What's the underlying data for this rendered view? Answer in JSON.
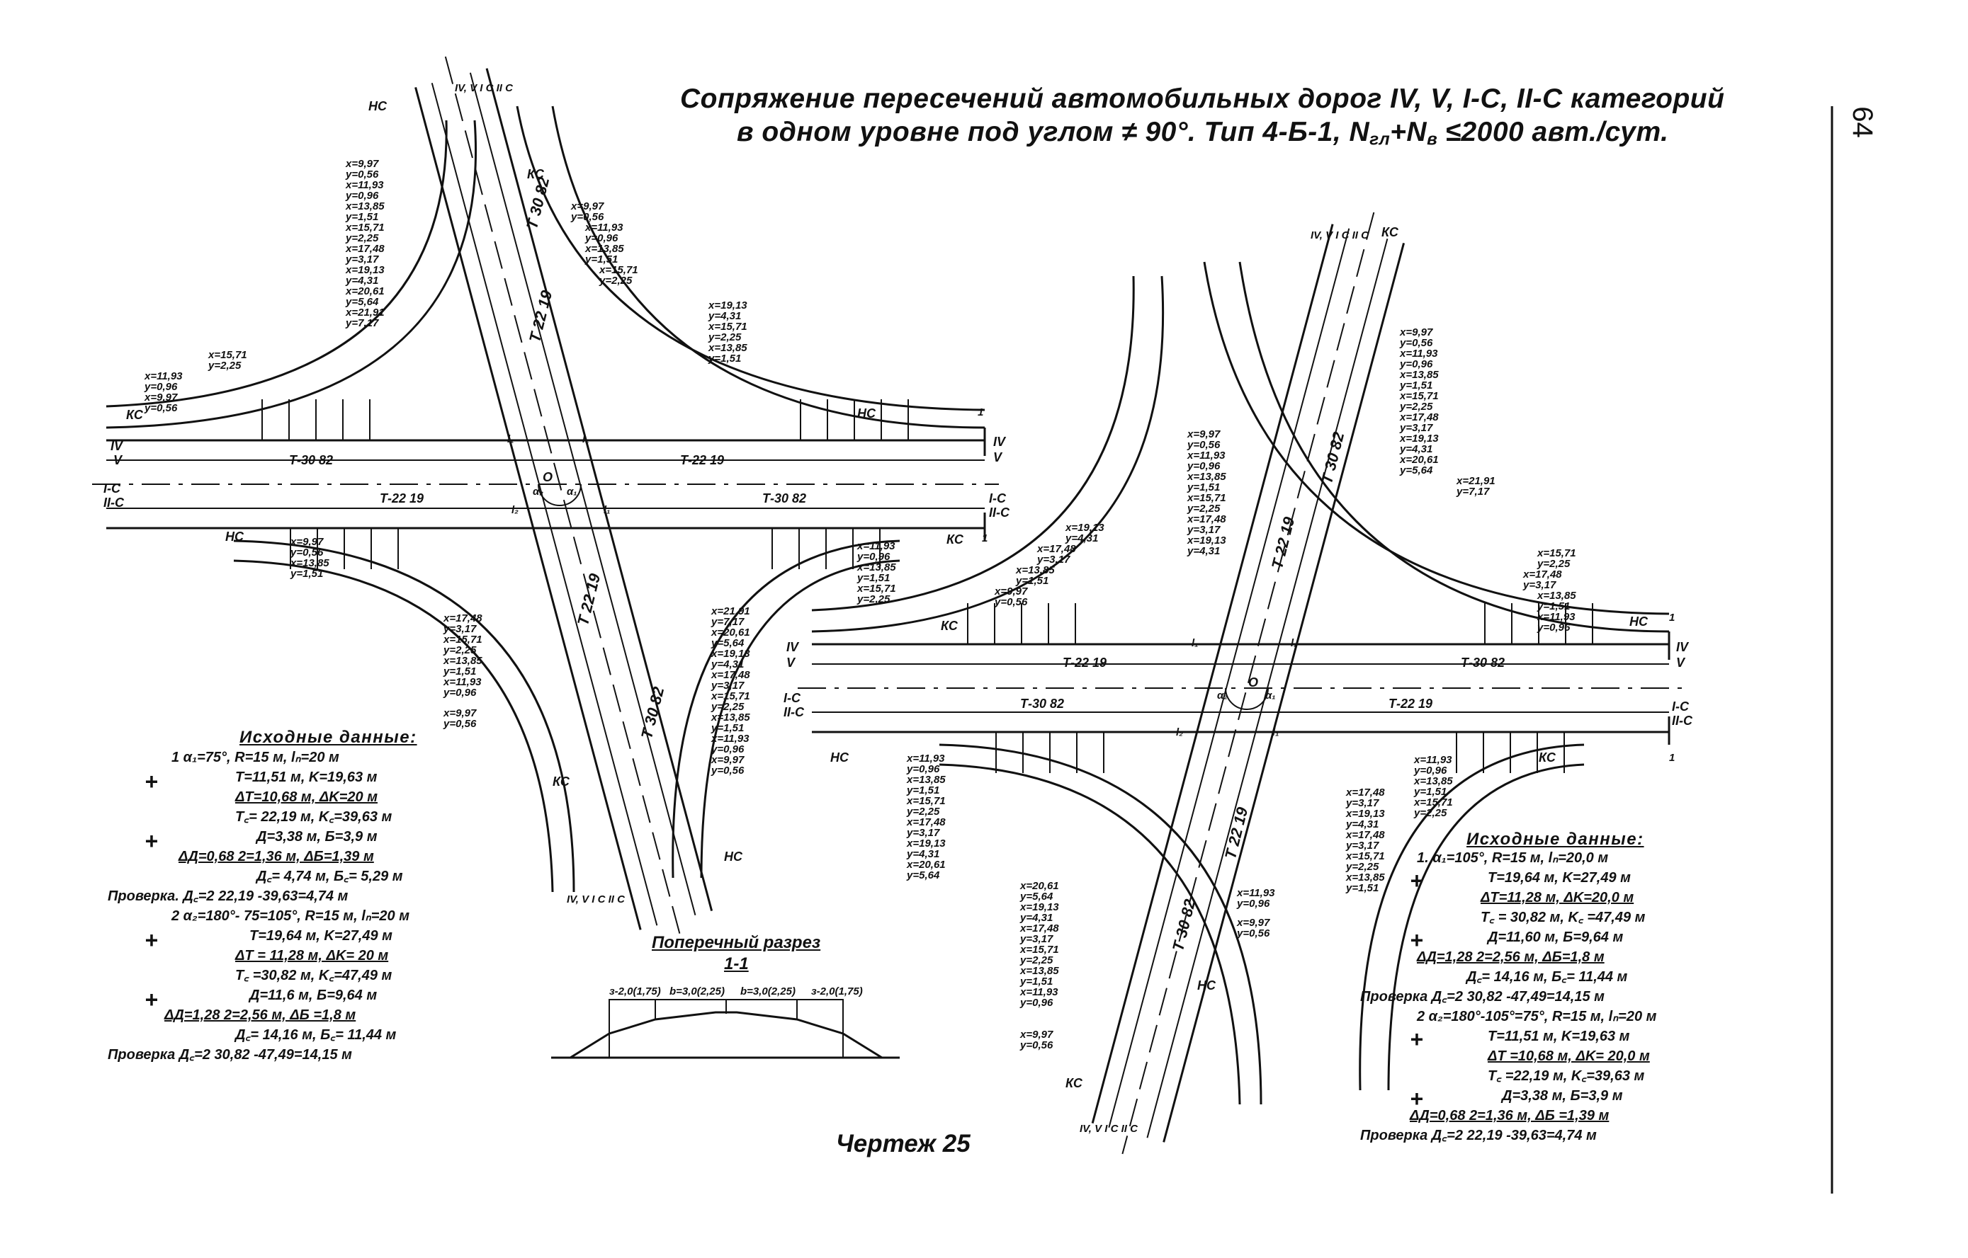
{
  "page": {
    "title_line1": "Сопряжение пересечений автомобильных дорог IV, V, I-С, II-С категорий",
    "title_line2": "в одном уровне под углом ≠ 90°. Тип 4-Б-1, N",
    "title_sub1": "гл",
    "title_plus": "+N",
    "title_sub2": "в",
    "title_tail": " ≤2000 авт./сут.",
    "page_number": "64",
    "caption": "Чертеж 25"
  },
  "cross_section": {
    "title": "Поперечный разрез",
    "mark": "1-1",
    "widths": [
      "з-2,0(1,75)",
      "b=3,0(2,25)",
      "b=3,0(2,25)",
      "з-2,0(1,75)"
    ]
  },
  "left_data": {
    "heading": "Исходные данные:",
    "lines": [
      "1  α₁=75°, R=15 м, lₙ=20 м",
      "T=11,51 м,        K=19,63 м",
      "ΔT=10,68 м,      ΔK=20 м",
      "T꜀= 22,19 м,      K꜀=39,63 м",
      "Д=3,38 м,          Б=3,9 м",
      "ΔД=0,68  2=1,36 м,      ΔБ=1,39 м",
      "Д꜀= 4,74 м,      Б꜀= 5,29 м",
      "Проверка. Д꜀=2  22,19  -39,63=4,74 м",
      "2  α₂=180°- 75=105°, R=15 м, lₙ=20 м",
      "T=19,64 м,      K=27,49 м",
      "ΔT = 11,28 м,  ΔK= 20 м",
      "T꜀ =30,82 м,      K꜀=47,49 м",
      "Д=11,6 м,          Б=9,64 м",
      "ΔД=1,28  2=2,56 м,      ΔБ =1,8 м",
      "Д꜀= 14,16 м,      Б꜀= 11,44 м",
      "Проверка  Д꜀=2  30,82  -47,49=14,15 м"
    ]
  },
  "right_data": {
    "heading": "Исходные данные:",
    "lines": [
      "1. α₁=105°, R=15 м, lₙ=20,0 м",
      "T=19,64 м,      K=27,49 м",
      "ΔT=11,28 м,    ΔK=20,0 м",
      "T꜀ = 30,82 м,    K꜀ =47,49 м",
      "Д=11,60 м,          Б=9,64 м",
      "ΔД=1,28  2=2,56 м,      ΔБ=1,8 м",
      "Д꜀= 14,16 м,      Б꜀= 11,44 м",
      "Проверка  Д꜀=2  30,82  -47,49=14,15 м",
      "2  α₂=180°-105°=75°, R=15 м, lₙ=20 м",
      "T=11,51 м,      K=19,63 м",
      "ΔT =10,68 м,  ΔK= 20,0 м",
      "T꜀ =22,19 м,      K꜀=39,63 м",
      "Д=3,38 м,          Б=3,9 м",
      "ΔД=0,68  2=1,36 м,      ΔБ =1,39 м",
      "Проверка  Д꜀=2  22,19  -39,63=4,74 м"
    ]
  },
  "plan_labels": {
    "kc": "КС",
    "nc": "НС",
    "t3082": "Т-30 82",
    "t2219": "Т-22 19",
    "t_v_3082": "Т 30 82",
    "t_v_2219": "Т 22 19",
    "iv": "IV",
    "v": "V",
    "ic": "I-C",
    "iic": "II-C",
    "o": "O",
    "a1": "α₁",
    "a2": "α₂",
    "l1": "l₁",
    "l2": "l₂",
    "one": "1",
    "road_cat": "IV, V I C II C"
  },
  "offsets": [
    {
      "x": "x=9,97",
      "y": "y=0,56"
    },
    {
      "x": "x=11,93",
      "y": "y=0,96"
    },
    {
      "x": "x=13,85",
      "y": "y=1,51"
    },
    {
      "x": "x=15,71",
      "y": "y=2,25"
    },
    {
      "x": "x=17,48",
      "y": "y=3,17"
    },
    {
      "x": "x=19,13",
      "y": "y=4,31"
    },
    {
      "x": "x=20,61",
      "y": "y=5,64"
    },
    {
      "x": "x=21,91",
      "y": "y=7,17"
    }
  ]
}
